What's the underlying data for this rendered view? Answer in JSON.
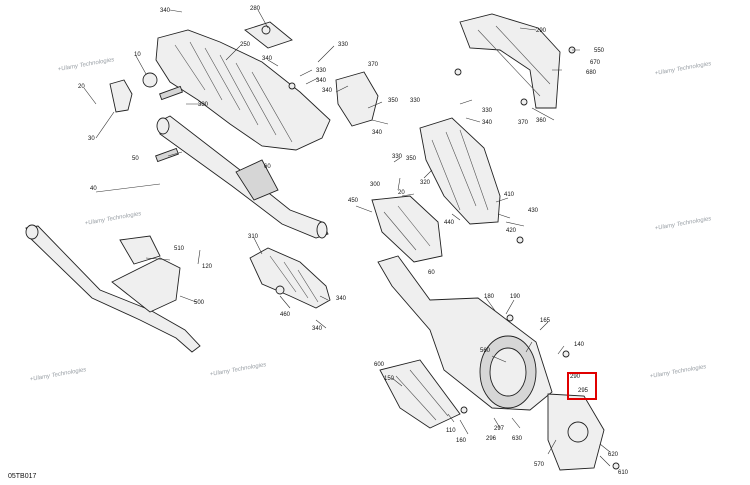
{
  "diagram": {
    "code": "05TB017",
    "watermark": "+Ulamy Technologies",
    "highlight_color": "#e00000",
    "callouts": {
      "c340a": "340",
      "c280": "280",
      "c250": "250",
      "c330a": "330",
      "c330b": "330",
      "c370a": "370",
      "c340b": "340",
      "c340c": "340",
      "c340d": "340",
      "c10": "10",
      "c20a": "20",
      "c30": "30",
      "c330c": "330",
      "c60": "60",
      "c50": "50",
      "c40": "40",
      "c350a": "350",
      "c330d": "330",
      "c330e": "330",
      "c340e": "340",
      "c290": "290",
      "c550": "550",
      "c670": "670",
      "c680": "680",
      "c360": "360",
      "c370b": "370",
      "c340f": "340",
      "c330f": "330",
      "c300": "300",
      "c350b": "350",
      "c320": "320",
      "c450": "450",
      "c20b": "20",
      "c410": "410",
      "c440": "440",
      "c430": "430",
      "c420": "420",
      "c310": "310",
      "c510": "510",
      "c120": "120",
      "c500": "500",
      "c460": "460",
      "c340g": "340",
      "c340h": "340",
      "c60b": "60",
      "c180": "180",
      "c190": "190",
      "c165": "165",
      "c140": "140",
      "c560": "560",
      "c600": "600",
      "c150": "150",
      "c110": "110",
      "c160": "160",
      "c297": "297",
      "c296": "296",
      "c630": "630",
      "c570": "570",
      "c620": "620",
      "c610": "610",
      "c295": "295",
      "c290b": "290"
    }
  }
}
